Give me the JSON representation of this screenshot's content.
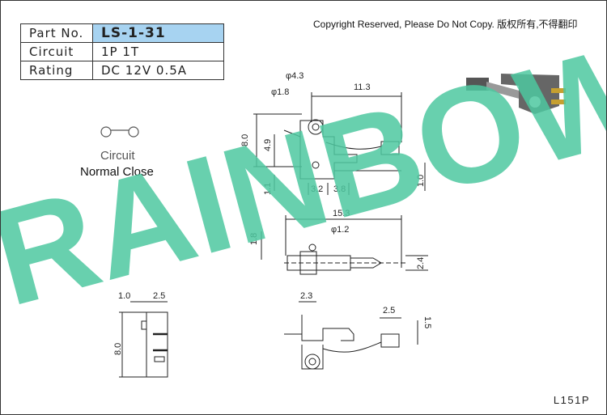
{
  "spec_table": {
    "part_no_label": "Part No.",
    "part_no_value": "LS-1-31",
    "circuit_label": "Circuit",
    "circuit_value": "1P 1T",
    "rating_label": "Rating",
    "rating_value": "DC 12V 0.5A"
  },
  "copyright": "Copyright Reserved, Please Do Not Copy. 版权所有,不得翻印",
  "circuit_diagram": {
    "label": "Circuit",
    "type": "Normal Close"
  },
  "watermark": "RAINBOW",
  "page_code": "L151P",
  "dimensions": {
    "hole_outer": "φ4.3",
    "hole_inner": "φ1.8",
    "width_top": "11.3",
    "height_80": "8.0",
    "height_49": "4.9",
    "d_11": "1.1",
    "d_32": "3.2",
    "d_38": "3.8",
    "d_10_right": "1.0",
    "length_153": "15.3",
    "pin_dia": "φ1.2",
    "d_18": "1.8",
    "d_24": "2.4",
    "side_10": "1.0",
    "side_25": "2.5",
    "side_80": "8.0",
    "bottom_23": "2.3",
    "bottom_25": "2.5",
    "bottom_15": "1.5"
  },
  "colors": {
    "highlight": "#a7d3f1",
    "watermark": "#4dc8a0"
  }
}
